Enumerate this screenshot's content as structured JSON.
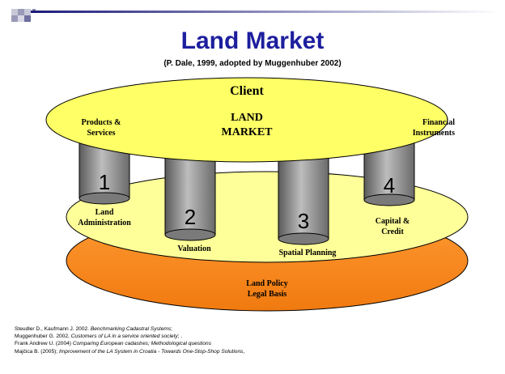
{
  "slide": {
    "title": "Land Market",
    "subtitle": "(P. Dale, 1999, adopted by Muggenhuber 2002)"
  },
  "diagram": {
    "top_ellipse": {
      "client": "Client",
      "center_line1": "LAND",
      "center_line2": "MARKET",
      "left_line1": "Products &",
      "left_line2": "Services",
      "right_line1": "Financial",
      "right_line2": "Instruments"
    },
    "pillars": [
      {
        "number": "1",
        "label_line1": "Land",
        "label_line2": "Administration"
      },
      {
        "number": "2",
        "label_line1": "Valuation",
        "label_line2": ""
      },
      {
        "number": "3",
        "label_line1": "Spatial Planning",
        "label_line2": ""
      },
      {
        "number": "4",
        "label_line1": "Capital &",
        "label_line2": "Credit"
      }
    ],
    "base": {
      "line1": "Land Policy",
      "line2": "Legal Basis"
    },
    "colors": {
      "top_ellipse": "#ffff66",
      "middle_disc": "#ffff99",
      "base_disc": "#ff9933",
      "pillar": "#8c8c8c",
      "title": "#1d1f9e"
    }
  },
  "references": [
    {
      "normal": "Steudler D., Kaufmann J. 2002. ",
      "italic": "Benchmarking Cadastral Systems",
      "tail": ";"
    },
    {
      "normal": "Muggenhuber G. 2002, ",
      "italic": "Customers of LA in a service oriented society",
      "tail": "; ."
    },
    {
      "normal": "Frank Andrew U. (2004) ",
      "italic": "Comparing European cadastres; Methodological questions",
      "tail": ""
    },
    {
      "normal": "Majčica B. (2005); ",
      "italic": "Improvement of the LA System in Croatia  -  Towards One-Stop-Shop Solutions",
      "tail": ","
    }
  ]
}
